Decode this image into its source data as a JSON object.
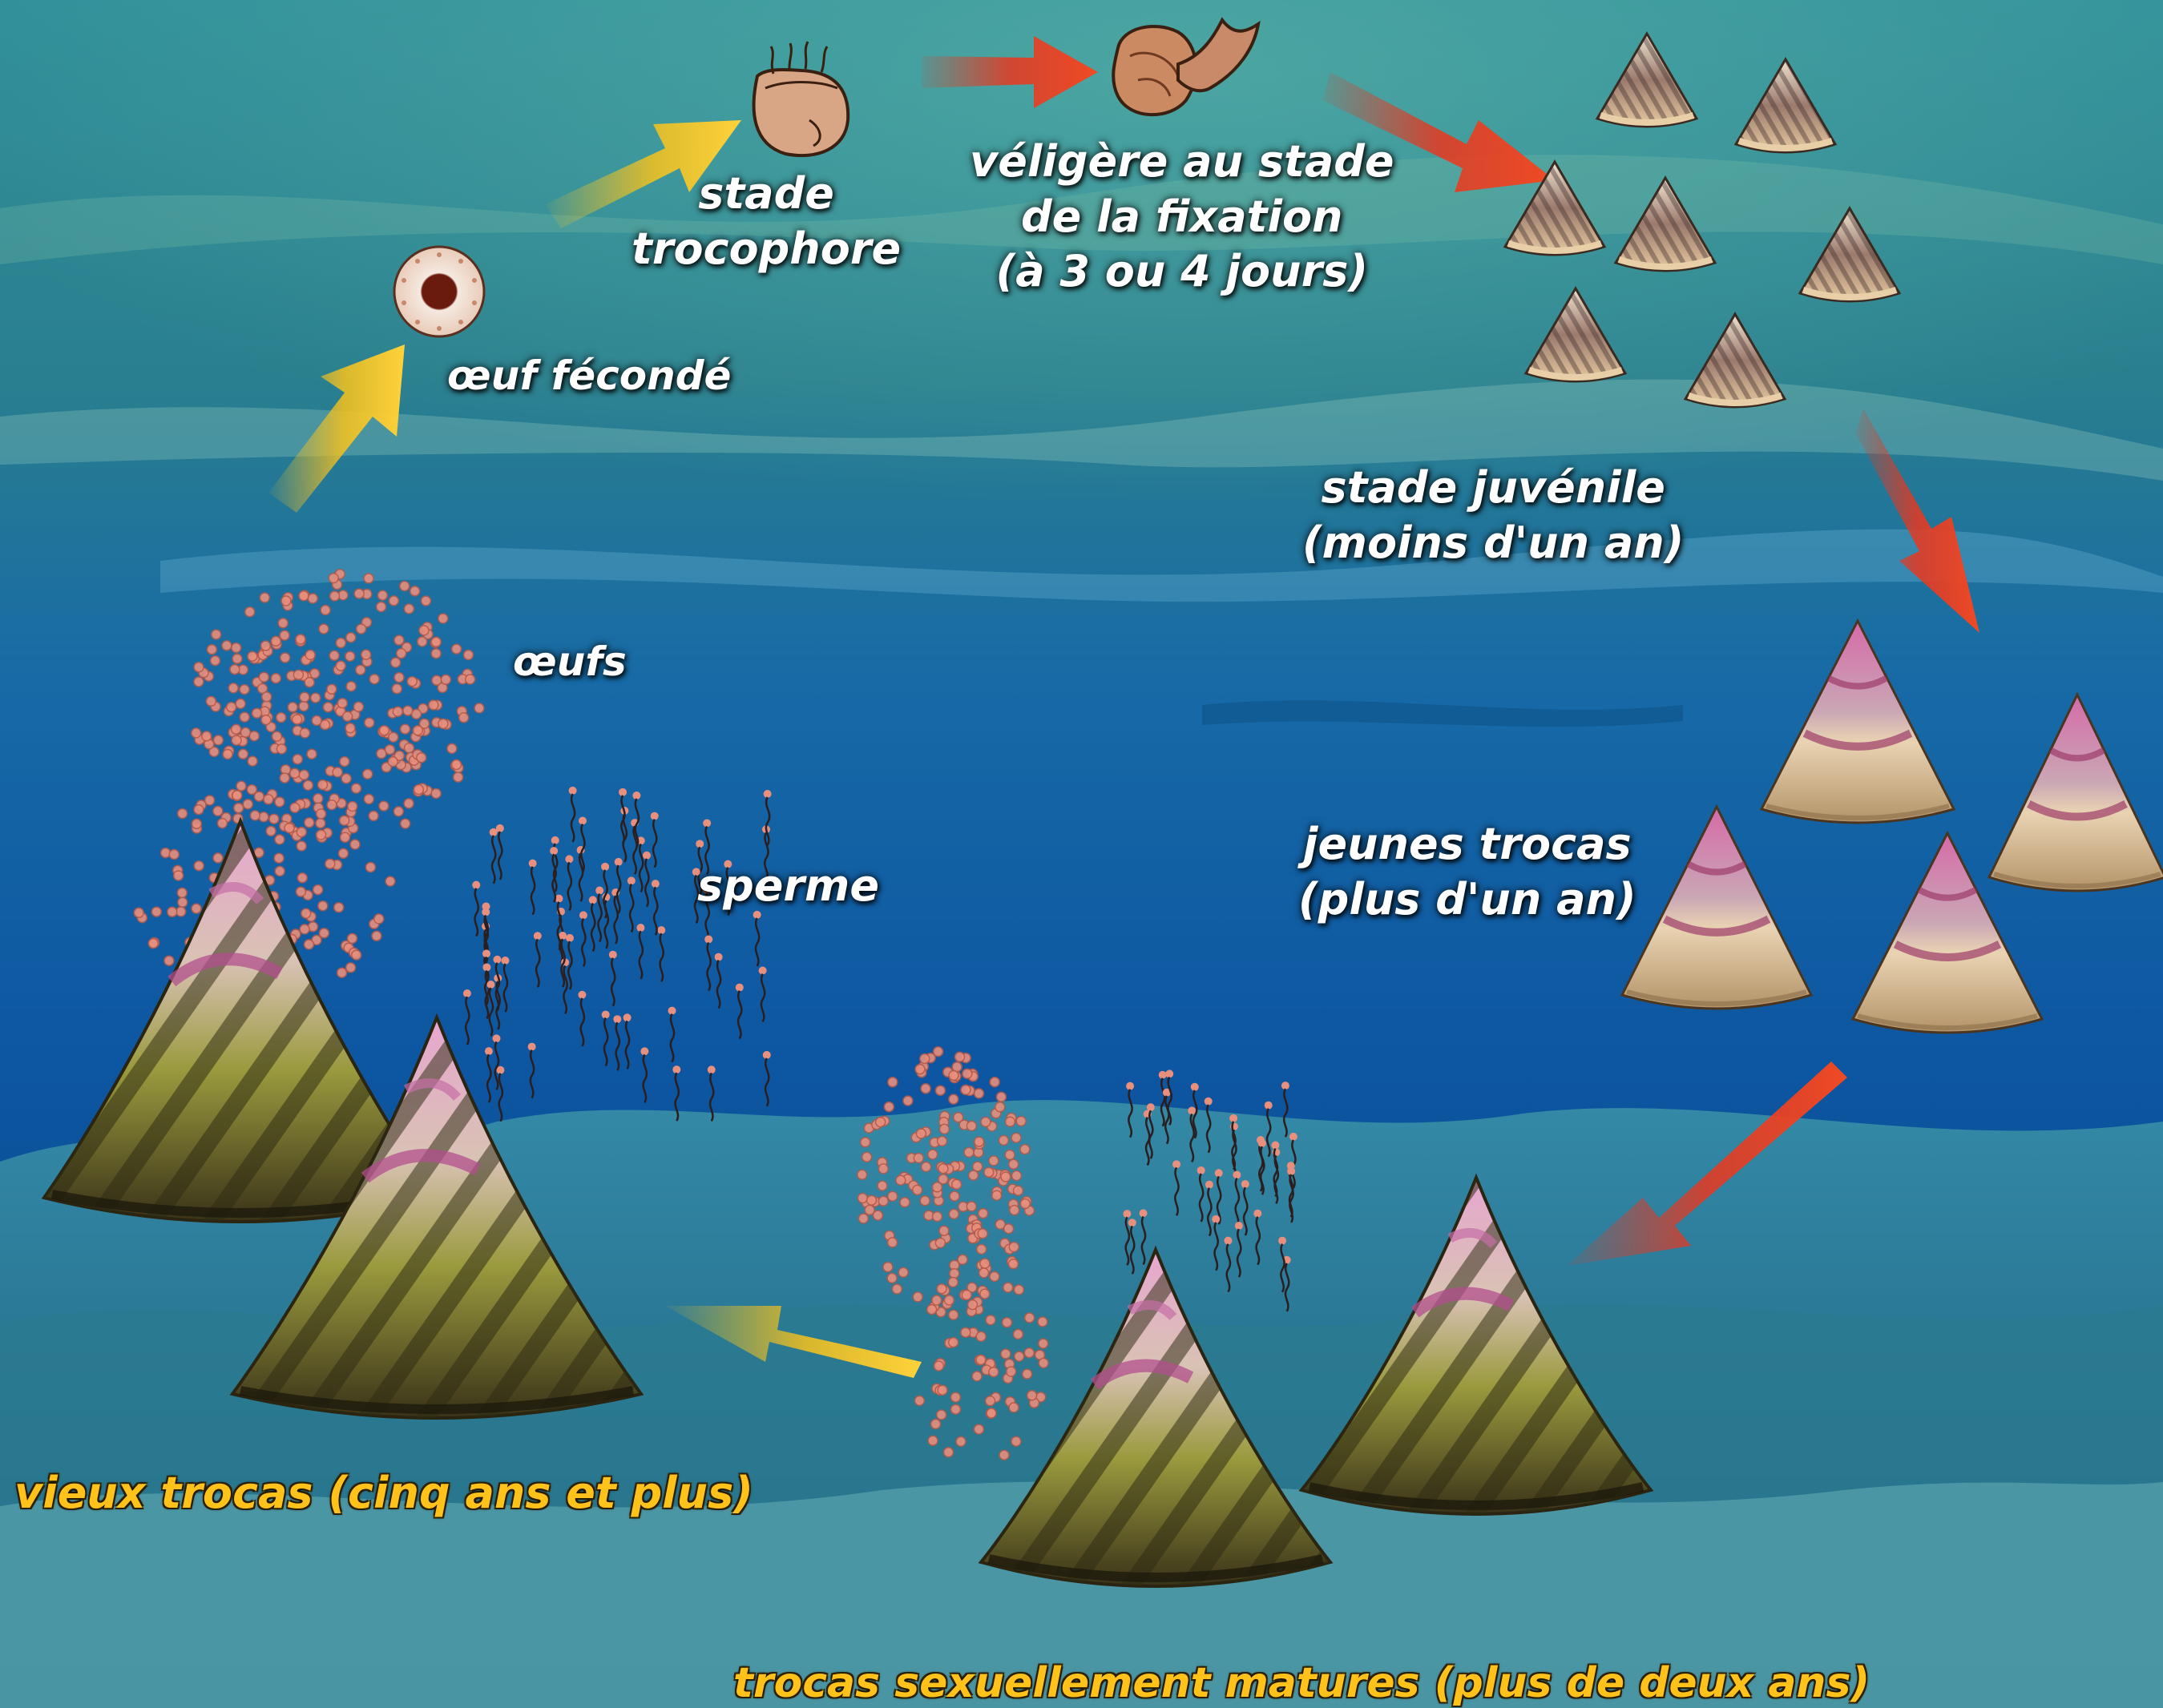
{
  "labels": {
    "fertilized_egg": "œuf fécondé",
    "trochophore_line1": "stade",
    "trochophore_line2": "trocophore",
    "veliger_line1": "véligère au stade",
    "veliger_line2": "de la fixation",
    "veliger_line3": "(à 3 ou 4 jours)",
    "juvenile_line1": "stade juvénile",
    "juvenile_line2": "(moins d'un an)",
    "young_line1": "jeunes trocas",
    "young_line2": "(plus d'un an)",
    "eggs": "œufs",
    "sperm": "sperme",
    "old": "vieux trocas (cinq ans et plus)",
    "mature": "trocas sexuellement matures (plus de deux ans)"
  },
  "colors": {
    "label_white": "#ffffff",
    "label_yellow": "#ffc21a",
    "arrow_yellow": "#f7c21c",
    "arrow_red": "#e8371e",
    "water_deep": "#0b4b8c",
    "water_shallow": "#1f8aa8",
    "reef": "#2e8a9e",
    "egg_dot": "#e88f7e"
  },
  "icons": {
    "arrows": "lifecycle-arrow-icon",
    "trochophore": "trochophore-larva-icon",
    "veliger": "veliger-larva-icon",
    "shell": "trochus-shell-icon"
  }
}
